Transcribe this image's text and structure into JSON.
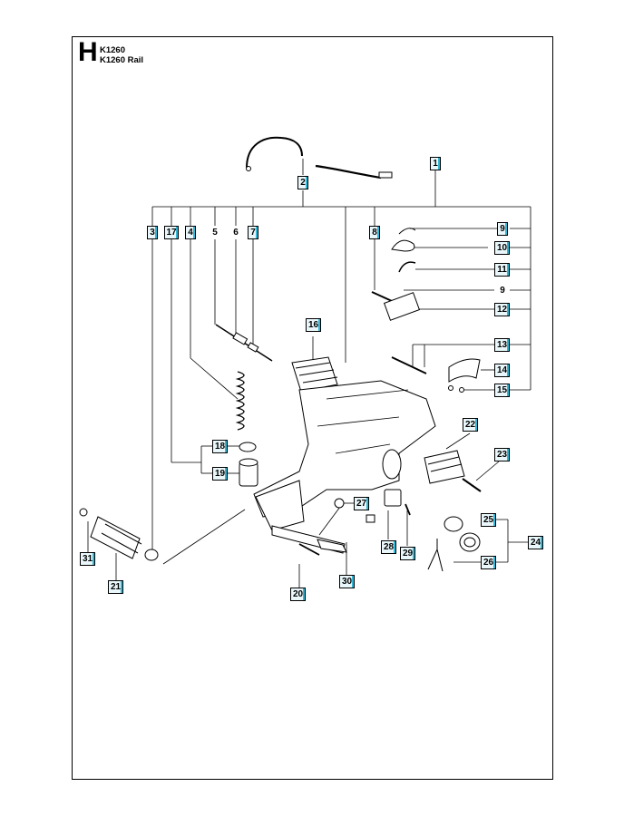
{
  "header": {
    "section_letter": "H",
    "models": [
      "K1260",
      "K1260 Rail"
    ]
  },
  "colors": {
    "outline": "#000000",
    "callout_accent": "#2fb8d8",
    "callout_fill": "#e9f7fb"
  },
  "callouts": [
    {
      "label": "1",
      "boxed": true
    },
    {
      "label": "2",
      "boxed": true
    },
    {
      "label": "3",
      "boxed": true
    },
    {
      "label": "17",
      "boxed": true
    },
    {
      "label": "4",
      "boxed": true
    },
    {
      "label": "5",
      "boxed": false
    },
    {
      "label": "6",
      "boxed": false
    },
    {
      "label": "7",
      "boxed": true
    },
    {
      "label": "8",
      "boxed": true
    },
    {
      "label": "9",
      "boxed": true
    },
    {
      "label": "10",
      "boxed": true
    },
    {
      "label": "11",
      "boxed": true
    },
    {
      "label": "9",
      "boxed": false
    },
    {
      "label": "12",
      "boxed": true
    },
    {
      "label": "13",
      "boxed": true
    },
    {
      "label": "14",
      "boxed": true
    },
    {
      "label": "15",
      "boxed": true
    },
    {
      "label": "16",
      "boxed": true
    },
    {
      "label": "22",
      "boxed": true
    },
    {
      "label": "18",
      "boxed": true
    },
    {
      "label": "19",
      "boxed": true
    },
    {
      "label": "23",
      "boxed": true
    },
    {
      "label": "27",
      "boxed": true
    },
    {
      "label": "25",
      "boxed": true
    },
    {
      "label": "24",
      "boxed": true
    },
    {
      "label": "28",
      "boxed": true
    },
    {
      "label": "29",
      "boxed": true
    },
    {
      "label": "26",
      "boxed": true
    },
    {
      "label": "31",
      "boxed": true
    },
    {
      "label": "21",
      "boxed": true
    },
    {
      "label": "30",
      "boxed": true
    },
    {
      "label": "20",
      "boxed": true
    }
  ]
}
